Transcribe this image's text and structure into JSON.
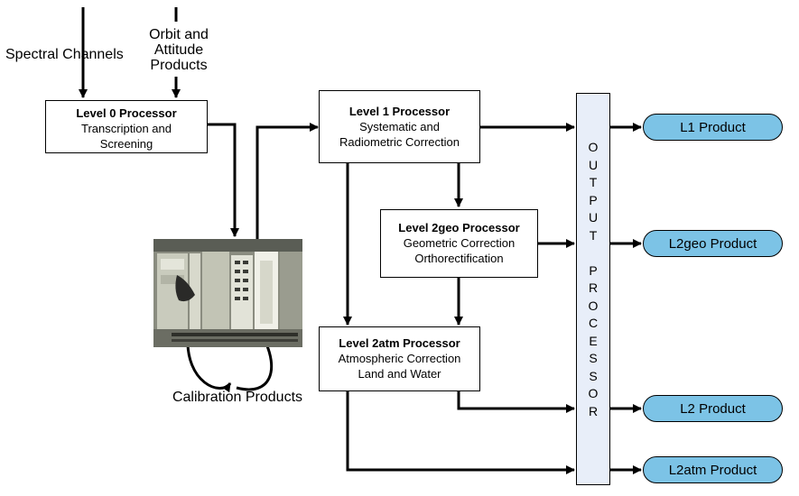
{
  "inputs": {
    "spectral": "Spectral Channels",
    "orbit": [
      "Orbit and",
      "Attitude",
      "Products"
    ]
  },
  "level0": {
    "title": "Level 0 Processor",
    "lines": [
      "Transcription and",
      "Screening"
    ]
  },
  "level1": {
    "title": "Level 1 Processor",
    "lines": [
      "Systematic and",
      "Radiometric Correction"
    ]
  },
  "level2geo": {
    "title": "Level 2geo Processor",
    "lines": [
      "Geometric Correction",
      "Orthorectification"
    ]
  },
  "level2atm": {
    "title": "Level 2atm Processor",
    "lines": [
      "Atmospheric Correction",
      "Land and Water"
    ]
  },
  "calibration": "Calibration Products",
  "output_processor": [
    "O",
    "U",
    "T",
    "P",
    "U",
    "T",
    "",
    "P",
    "R",
    "O",
    "C",
    "E",
    "S",
    "S",
    "O",
    "R"
  ],
  "products": {
    "l1": "L1 Product",
    "l2geo": "L2geo Product",
    "l2": "L2 Product",
    "l2atm": "L2atm Product"
  },
  "colors": {
    "product_fill": "#7cc3e6",
    "output_fill": "#e8eef9"
  }
}
